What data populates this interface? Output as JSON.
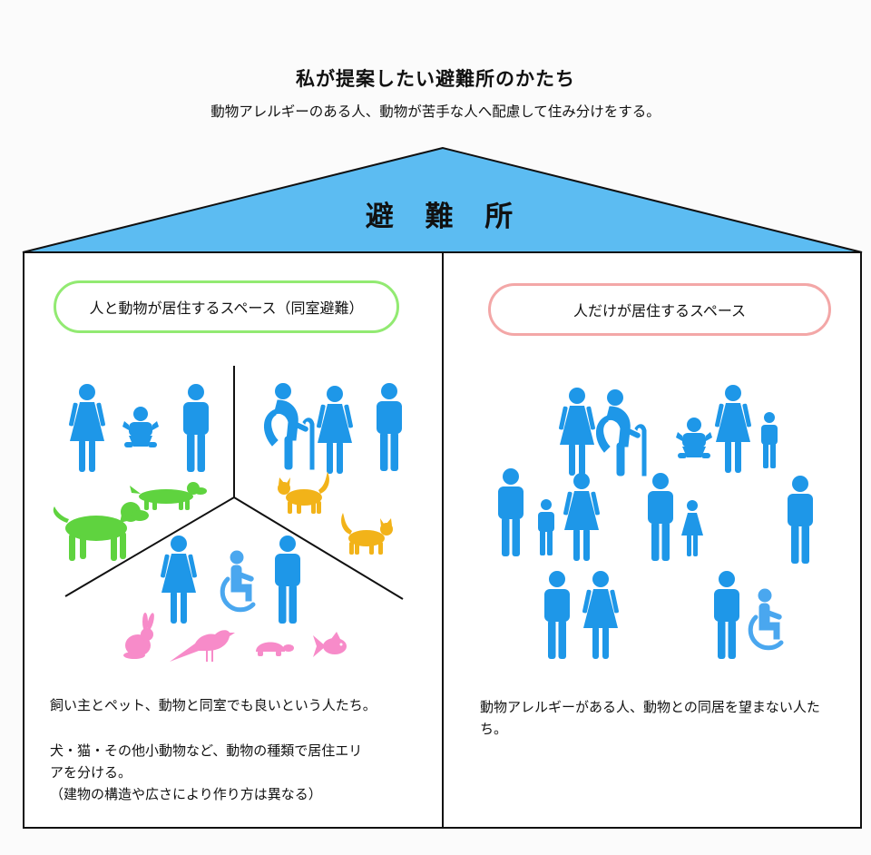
{
  "header": {
    "title": "私が提案したい避難所のかたち",
    "subtitle": "動物アレルギーのある人、動物が苦手な人へ配慮して住み分けをする。"
  },
  "roof": {
    "label": "避 難 所",
    "color": "#5cbcf2"
  },
  "left_space": {
    "label": "人と動物が居住するスペース（同室避難）",
    "border_color": "#92ea72",
    "desc1": "飼い主とペット、動物と同室でも良いという人たち。",
    "desc2": "犬・猫・その他小動物など、動物の種類で居住エリ",
    "desc3": "アを分ける。",
    "desc4": "（建物の構造や広さにより作り方は異なる）"
  },
  "right_space": {
    "label": "人だけが居住するスペース",
    "border_color": "#f3a7a7",
    "desc": "動物アレルギーがある人、動物との同居を望まない人たち。"
  },
  "icon_colors": {
    "person": "#1e97e8",
    "dog": "#5fd33f",
    "cat": "#f2b319",
    "small_animal": "#f78bc9"
  }
}
